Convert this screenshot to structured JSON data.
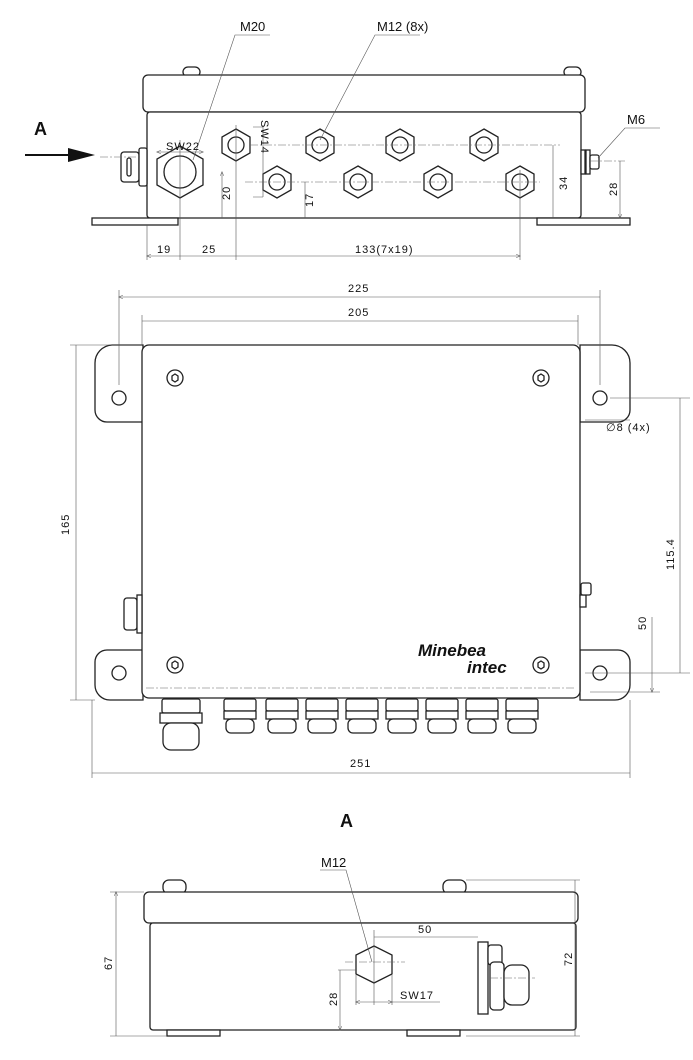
{
  "top_view": {
    "view_arrow_label": "A",
    "callouts": {
      "m20": "M20",
      "m12": "M12 (8x)",
      "m6": "M6"
    },
    "wrench_sizes": {
      "sw22": "SW22",
      "sw14": "SW14"
    },
    "dimensions": {
      "d19": "19",
      "d25": "25",
      "d133": "133(7x19)",
      "d20": "20",
      "d17": "17",
      "d34": "34",
      "d28": "28"
    }
  },
  "plan_view": {
    "dimensions": {
      "d225": "225",
      "d205": "205",
      "d165": "165",
      "d251": "251",
      "d115": "115.4",
      "d50": "50",
      "hole": "∅8 (4x)"
    },
    "logo": {
      "line1": "Minebea",
      "line2": "intec"
    }
  },
  "view_a": {
    "title": "A",
    "callouts": {
      "m12": "M12"
    },
    "wrench_sizes": {
      "sw17": "SW17"
    },
    "dimensions": {
      "d67": "67",
      "d72": "72",
      "d50": "50",
      "d28": "28"
    }
  }
}
